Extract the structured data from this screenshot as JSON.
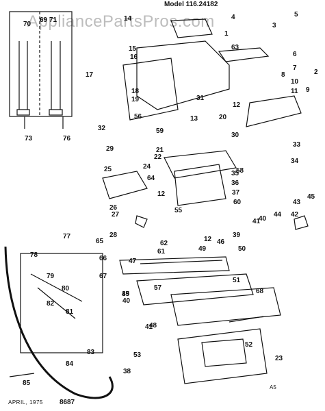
{
  "header": {
    "model": "Model 116.24182"
  },
  "watermark": {
    "text": "AppliancePartsPros.com"
  },
  "footer": {
    "date": "APRIL, 1975",
    "code": "A5"
  },
  "callouts": [
    "1",
    "2",
    "3",
    "4",
    "5",
    "6",
    "7",
    "8",
    "9",
    "10",
    "11",
    "12",
    "12",
    "12",
    "13",
    "14",
    "15",
    "16",
    "17",
    "18",
    "19",
    "20",
    "21",
    "22",
    "23",
    "24",
    "25",
    "26",
    "27",
    "28",
    "29",
    "30",
    "31",
    "32",
    "33",
    "34",
    "35",
    "36",
    "37",
    "38",
    "39",
    "39",
    "40",
    "40",
    "41",
    "41",
    "42",
    "43",
    "44",
    "45",
    "45",
    "46",
    "47",
    "48",
    "49",
    "50",
    "51",
    "52",
    "53",
    "55",
    "56",
    "57",
    "58",
    "59",
    "60",
    "61",
    "62",
    "63",
    "64",
    "65",
    "66",
    "67",
    "68",
    "69",
    "70",
    "71",
    "73",
    "76",
    "77",
    "78",
    "79",
    "80",
    "81",
    "82",
    "83",
    "84",
    "85",
    "86",
    "87"
  ]
}
